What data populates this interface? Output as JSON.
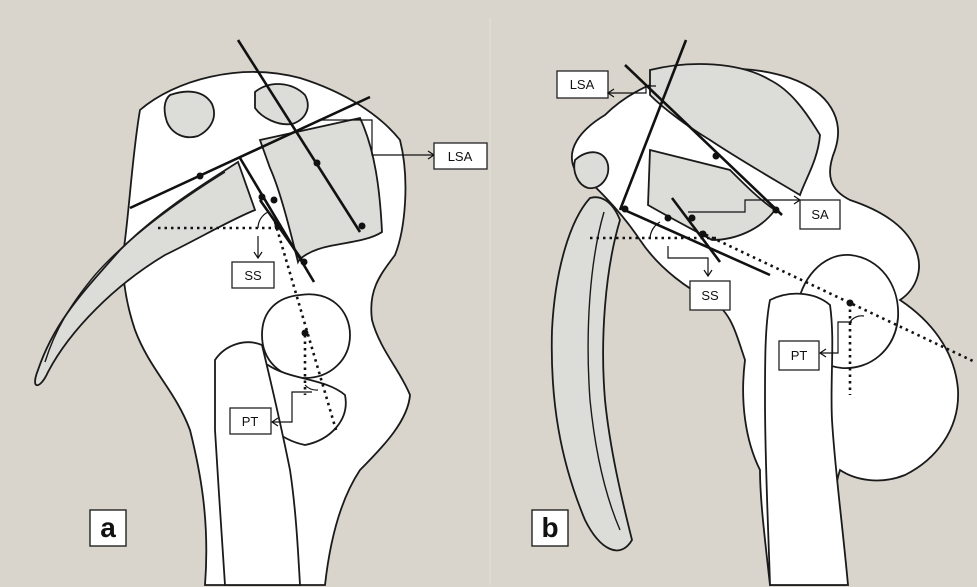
{
  "colors": {
    "background": "#d9d5cc",
    "bone": "#ffffff",
    "vertebra": "#dcdcd8",
    "line": "#111111"
  },
  "panels": [
    {
      "letter": "a",
      "labels": {
        "lsa": "LSA",
        "ss": "SS",
        "pt": "PT"
      }
    },
    {
      "letter": "b",
      "labels": {
        "lsa": "LSA",
        "sa": "SA",
        "ss": "SS",
        "pt": "PT"
      }
    }
  ]
}
